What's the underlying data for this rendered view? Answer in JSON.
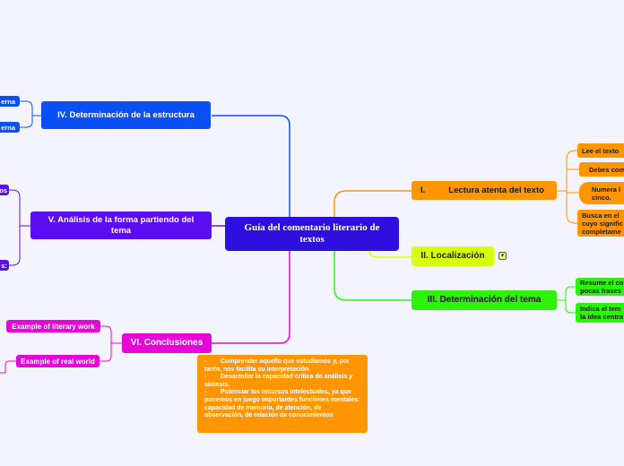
{
  "central": {
    "title": "Guía del comentario literario de textos"
  },
  "left": {
    "estructura": {
      "label": "IV. Determinación de la estructura",
      "children": [
        "erna",
        "erna"
      ]
    },
    "forma": {
      "label": "V. Análisis de la forma partiendo del tema",
      "children": [
        "os",
        "s:"
      ]
    },
    "conclusiones": {
      "label": "VI. Conclusiones",
      "children": [
        "Example of literary work",
        "Example of real world"
      ]
    }
  },
  "right": {
    "lectura": {
      "number": "I.",
      "label": "Lectura atenta del texto",
      "children": [
        "Lee el texto",
        "Debes com",
        "Numera l cinco.",
        "Busca en el cuyo signific completame"
      ]
    },
    "localizacion": {
      "label": "II. Localización",
      "note_icon": "note-icon"
    },
    "tema": {
      "label": "III. Determinación del tema",
      "children": [
        "Resume el co pocas frases",
        "Indica el tem la idea centra"
      ]
    }
  },
  "note": {
    "items": [
      {
        "dash": "-",
        "text": "Comprender aquello que estudiamos y, por tanto, nos facilita su interpretación."
      },
      {
        "dash": "-",
        "text": "Desarrollar la capacidad crítica de análisis y síntesis."
      },
      {
        "dash": "-",
        "text": "Potenciar los recursos intelectuales, ya que ponemos en juego importantes funciones mentales: capacidad de memoria, de atención, de observación, de relación de conocimientos"
      }
    ]
  },
  "colors": {
    "background": "#f3f4fd",
    "central": "#2d10dd",
    "estructura": "#0a50f5",
    "forma": "#5b0ef0",
    "conclusiones": "#e706d9",
    "lectura": "#ff9500",
    "localizacion": "#d7ff0c",
    "tema": "#2ef20b"
  }
}
